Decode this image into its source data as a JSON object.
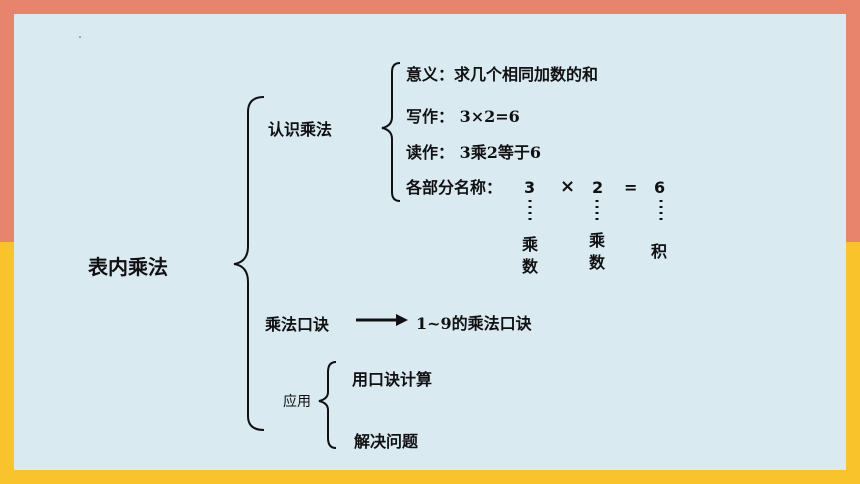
{
  "root": {
    "label": "表内乘法"
  },
  "recognize": {
    "label": "认识乘法",
    "meaning": "意义：求几个相同加数的和",
    "writing": "写作：  3×2=6",
    "reading": "读作：  3乘2等于6",
    "parts_label": "各部分名称：",
    "equation": {
      "a": "3",
      "op": "×",
      "b": "2",
      "eq": "=",
      "c": "6"
    },
    "names": {
      "multiplicand": "乘数",
      "multiplier": "乘数",
      "product": "积"
    }
  },
  "formula": {
    "label": "乘法口诀",
    "target": "1~9的乘法口诀"
  },
  "apply": {
    "label": "应用",
    "calc": "用口诀计算",
    "solve": "解决问题"
  },
  "colors": {
    "top_band": "#e8846c",
    "bottom_band": "#f8c32b",
    "board": "#daeaf1"
  }
}
